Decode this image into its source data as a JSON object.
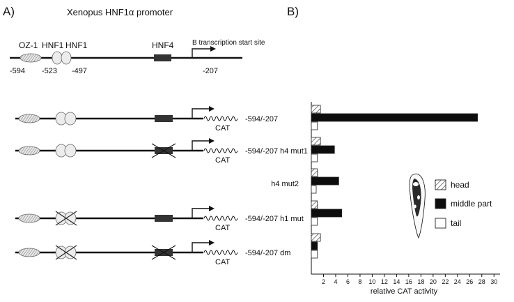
{
  "panel_a": {
    "label": "A)",
    "title": "Xenopus HNF1α promoter",
    "header": {
      "oz1": "OZ-1",
      "hnf1_a": "HNF1",
      "hnf1_b": "HNF1",
      "hnf4": "HNF4",
      "tss": "B transcription start site",
      "pos_594": "-594",
      "pos_523": "-523",
      "pos_497": "-497",
      "pos_207": "-207"
    },
    "reporter_label": "CAT",
    "constructs": [
      {
        "name": "-594/-207",
        "hnf1_mut": false,
        "hnf4_mut": false
      },
      {
        "name": "-594/-207 h4 mut1",
        "hnf1_mut": false,
        "hnf4_mut": true
      },
      {
        "name": "h4 mut2",
        "hnf1_mut": false,
        "hnf4_mut": false,
        "no_diagram": true
      },
      {
        "name": "-594/-207 h1 mut",
        "hnf1_mut": true,
        "hnf4_mut": false
      },
      {
        "name": "-594/-207 dm",
        "hnf1_mut": true,
        "hnf4_mut": true
      }
    ]
  },
  "panel_b": {
    "label": "B)",
    "legend": [
      {
        "key": "head",
        "label": "head"
      },
      {
        "key": "middle",
        "label": "middle part"
      },
      {
        "key": "tail",
        "label": "tail"
      }
    ]
  },
  "chart_data": {
    "type": "bar",
    "orientation": "horizontal",
    "categories": [
      "-594/-207",
      "-594/-207 h4 mut1",
      "h4 mut2",
      "-594/-207 h1 mut",
      "-594/-207 dm"
    ],
    "series": [
      {
        "name": "head",
        "values": [
          1.5,
          1.5,
          1.0,
          1.0,
          1.5
        ]
      },
      {
        "name": "middle part",
        "values": [
          27.3,
          3.8,
          4.5,
          5.0,
          1.0
        ]
      },
      {
        "name": "tail",
        "values": [
          1.0,
          1.0,
          0.8,
          1.0,
          1.0
        ]
      }
    ],
    "xlabel": "relative CAT activity",
    "xlim": [
      0,
      31
    ],
    "xticks": [
      2,
      4,
      6,
      8,
      10,
      12,
      14,
      16,
      18,
      20,
      22,
      24,
      26,
      28,
      30
    ],
    "grid": false,
    "legend_position": "right"
  }
}
